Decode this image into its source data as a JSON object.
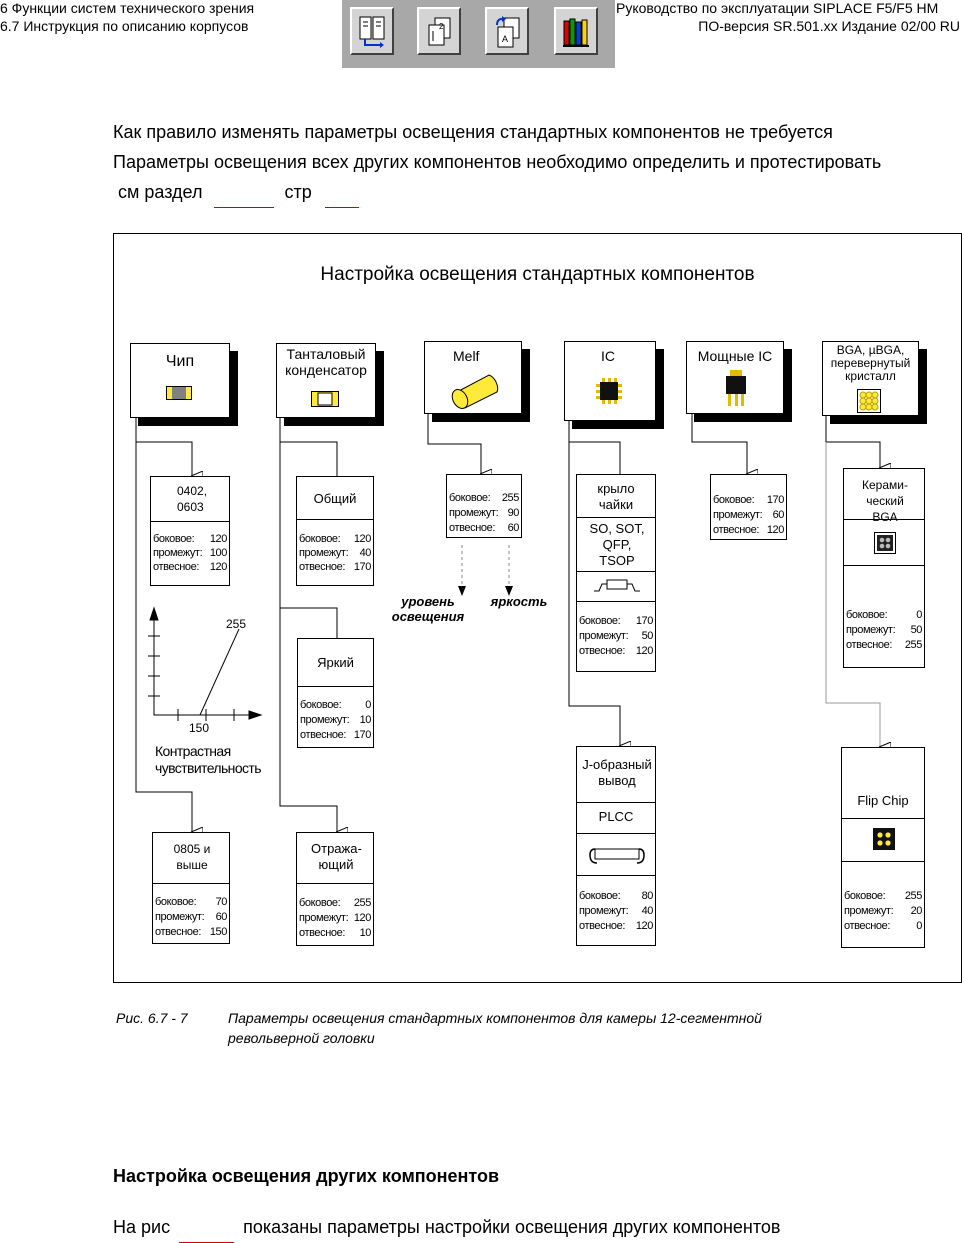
{
  "header": {
    "section": "6 Функции систем технического зрения",
    "subsection": "6.7 Инструкция по описанию корпусов",
    "manual": "Руководство по эксплуатации SIPLACE F5/F5 HM",
    "version": "ПО-версия SR.501.xx   Издание 02/00 RU",
    "toolbar_icons": [
      "structure-icon",
      "pages-icon",
      "component-swap-icon",
      "books-icon"
    ]
  },
  "intro": {
    "line1": "Как правило  изменять параметры освещения стандартных компонентов не требуется",
    "line2": "Параметры освещения всех других компонентов необходимо определить и протестировать",
    "line3_prefix": "см  раздел",
    "line3_mid": "стр"
  },
  "figure": {
    "title": "Настройка освещения стандартных компонентов",
    "categories": {
      "chip": "Чип",
      "tantal": "Танталовый конденсатор",
      "melf": "Melf",
      "ic": "IC",
      "power_ic": "Мощные IC",
      "bga": "BGA, µBGA, перевернутый кристалл"
    },
    "labels": {
      "side": "боковое:",
      "mid": "промежут:",
      "vert": "отвесное:"
    },
    "boxes": {
      "chip_small": {
        "name": "0402, 0603",
        "side": "120",
        "mid": "100",
        "vert": "120"
      },
      "chip_large": {
        "name": "0805 и выше",
        "side": "70",
        "mid": "60",
        "vert": "150"
      },
      "tantal_general": {
        "name": "Общий",
        "side": "120",
        "mid": "40",
        "vert": "170"
      },
      "tantal_bright": {
        "name": "Яркий",
        "side": "0",
        "mid": "10",
        "vert": "170"
      },
      "tantal_reflect": {
        "name": "Отража-ющий",
        "side": "255",
        "mid": "120",
        "vert": "10"
      },
      "melf": {
        "side": "255",
        "mid": "90",
        "vert": "60"
      },
      "ic_gull": {
        "name": "крыло чайки",
        "sub": "SO, SOT, QFP, TSOP",
        "side": "170",
        "mid": "50",
        "vert": "120"
      },
      "ic_j": {
        "name": "J-образный вывод",
        "sub": "PLCC",
        "side": "80",
        "mid": "40",
        "vert": "120"
      },
      "power_ic": {
        "side": "170",
        "mid": "60",
        "vert": "120"
      },
      "ceramic_bga": {
        "name": "Керами-ческий BGA",
        "side": "0",
        "mid": "50",
        "vert": "255"
      },
      "flip_chip": {
        "name": "Flip Chip",
        "side": "255",
        "mid": "20",
        "vert": "0"
      }
    },
    "annotations": {
      "level": "уровень освещения",
      "brightness": "яркость"
    },
    "contrast_graph": {
      "label": "Контрастная чувствительность",
      "x_tick": "150",
      "y_label": "255"
    }
  },
  "caption": {
    "number": "Рис. 6.7 - 7",
    "text1": "Параметры освещения стандартных компонентов для камеры 12-сегментной",
    "text2": "револьверной головки"
  },
  "section2": {
    "title": "Настройка освещения других компонентов",
    "text_prefix": "На рис",
    "text_suffix": "показаны параметры настройки освещения других компонентов"
  },
  "colors": {
    "blank_underline": "#cc0000",
    "melf_yellow": "#ffea3a",
    "chip_gray": "#808080",
    "toolbar_bg": "#a8a8a8"
  }
}
